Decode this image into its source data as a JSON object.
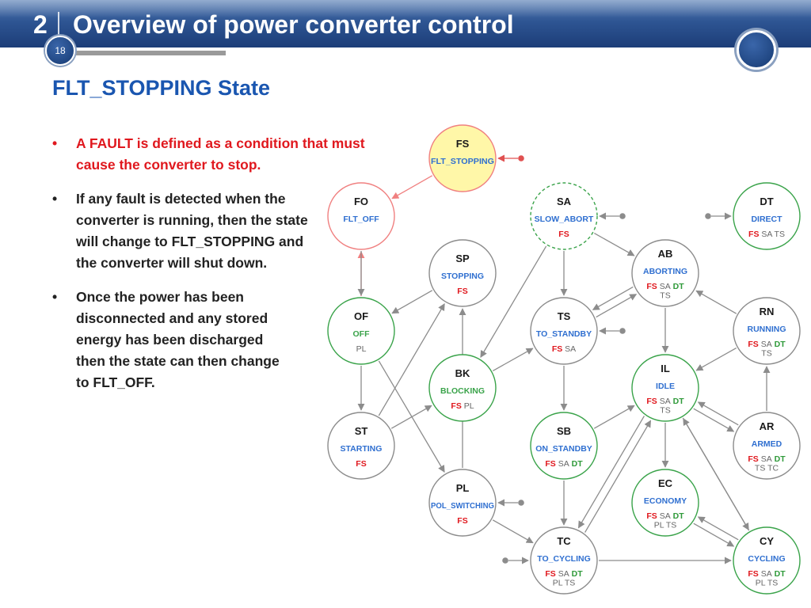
{
  "header": {
    "section_number": "2",
    "title": "Overview of power converter control",
    "page_number": "18"
  },
  "subtitle": "FLT_STOPPING State",
  "bullets": [
    {
      "text": "A FAULT is defined as a condition that must cause the converter to stop.",
      "highlight": true
    },
    {
      "text": "If any fault is detected when the converter is running, then the state will change to FLT_STOPPING and the converter will shut down.",
      "highlight": false
    },
    {
      "text": "Once the power has been disconnected and any stored energy has been discharged then the state can then change to FLT_OFF.",
      "highlight": false
    }
  ],
  "bullet_symbol": "•",
  "colors": {
    "header_blue": "#2e5593",
    "subtitle_blue": "#1a56b0",
    "fault_red": "#e0181e",
    "state_green": "#3aa34a",
    "state_gray": "#8c8c8c",
    "state_pink": "#f08080",
    "highlight_fill": "#fff7a8",
    "name_blue": "#2f6fd0",
    "flag_green": "#2f9a3a"
  },
  "states": [
    {
      "id": "FS",
      "code": "FS",
      "name": "FLT_STOPPING",
      "style": "highlight",
      "flags": []
    },
    {
      "id": "FO",
      "code": "FO",
      "name": "FLT_OFF",
      "style": "pink",
      "flags": []
    },
    {
      "id": "SA",
      "code": "SA",
      "name": "SLOW_ABORT",
      "style": "green-dashed",
      "flags": [
        [
          "FS"
        ]
      ]
    },
    {
      "id": "DT",
      "code": "DT",
      "name": "DIRECT",
      "style": "green",
      "flags": [
        [
          "FS",
          "SA",
          "TS"
        ]
      ]
    },
    {
      "id": "SP",
      "code": "SP",
      "name": "STOPPING",
      "style": "gray",
      "flags": [
        [
          "FS"
        ]
      ]
    },
    {
      "id": "AB",
      "code": "AB",
      "name": "ABORTING",
      "style": "gray",
      "flags": [
        [
          "FS",
          "SA",
          "DT"
        ],
        [
          "TS"
        ]
      ]
    },
    {
      "id": "OF",
      "code": "OF",
      "name": "OFF",
      "style": "green",
      "name_green": true,
      "flags": [
        [
          "PL"
        ]
      ]
    },
    {
      "id": "TS",
      "code": "TS",
      "name": "TO_STANDBY",
      "style": "gray",
      "flags": [
        [
          "FS",
          "SA"
        ]
      ]
    },
    {
      "id": "RN",
      "code": "RN",
      "name": "RUNNING",
      "style": "gray",
      "flags": [
        [
          "FS",
          "SA",
          "DT"
        ],
        [
          "TS"
        ]
      ]
    },
    {
      "id": "BK",
      "code": "BK",
      "name": "BLOCKING",
      "style": "green",
      "name_green": true,
      "flags": [
        [
          "FS",
          "PL"
        ]
      ]
    },
    {
      "id": "IL",
      "code": "IL",
      "name": "IDLE",
      "style": "green",
      "flags": [
        [
          "FS",
          "SA",
          "DT"
        ],
        [
          "TS"
        ]
      ]
    },
    {
      "id": "ST",
      "code": "ST",
      "name": "STARTING",
      "style": "gray",
      "flags": [
        [
          "FS"
        ]
      ]
    },
    {
      "id": "SB",
      "code": "SB",
      "name": "ON_STANDBY",
      "style": "green",
      "flags": [
        [
          "FS",
          "SA",
          "DT"
        ]
      ]
    },
    {
      "id": "AR",
      "code": "AR",
      "name": "ARMED",
      "style": "gray",
      "flags": [
        [
          "FS",
          "SA",
          "DT"
        ],
        [
          "TS",
          "TC"
        ]
      ]
    },
    {
      "id": "EC",
      "code": "EC",
      "name": "ECONOMY",
      "style": "green",
      "flags": [
        [
          "FS",
          "SA",
          "DT"
        ],
        [
          "PL",
          "TS"
        ]
      ]
    },
    {
      "id": "PL",
      "code": "PL",
      "name": "POL_SWITCHING",
      "style": "gray",
      "flags": [
        [
          "FS"
        ]
      ]
    },
    {
      "id": "TC",
      "code": "TC",
      "name": "TO_CYCLING",
      "style": "gray",
      "flags": [
        [
          "FS",
          "SA",
          "DT"
        ],
        [
          "PL",
          "TS"
        ]
      ]
    },
    {
      "id": "CY",
      "code": "CY",
      "name": "CYCLING",
      "style": "green",
      "flags": [
        [
          "FS",
          "SA",
          "DT"
        ],
        [
          "PL",
          "TS"
        ]
      ]
    }
  ],
  "edges": [
    {
      "from": "FS",
      "to": "FO",
      "style": "pink"
    },
    {
      "from": "OF",
      "to": "FO",
      "style": "pink"
    },
    {
      "from": "FO",
      "to": "OF",
      "style": "gray"
    },
    {
      "from": "OF",
      "to": "ST",
      "style": "gray"
    },
    {
      "from": "ST",
      "to": "SP",
      "style": "gray"
    },
    {
      "from": "SP",
      "to": "OF",
      "style": "gray"
    },
    {
      "from": "ST",
      "to": "BK",
      "style": "gray"
    },
    {
      "from": "OF",
      "to": "PL",
      "style": "gray"
    },
    {
      "from": "PL",
      "to": "SP",
      "style": "gray"
    },
    {
      "from": "PL",
      "to": "TC",
      "style": "gray"
    },
    {
      "from": "BK",
      "to": "TS",
      "style": "gray"
    },
    {
      "from": "SA",
      "to": "TS",
      "style": "gray"
    },
    {
      "from": "SA",
      "to": "AB",
      "style": "gray"
    },
    {
      "from": "SA",
      "to": "BK",
      "style": "gray"
    },
    {
      "from": "TS",
      "to": "AB",
      "style": "gray"
    },
    {
      "from": "AB",
      "to": "TS",
      "style": "gray"
    },
    {
      "from": "TS",
      "to": "SB",
      "style": "gray"
    },
    {
      "from": "AB",
      "to": "IL",
      "style": "gray"
    },
    {
      "from": "RN",
      "to": "AB",
      "style": "gray"
    },
    {
      "from": "RN",
      "to": "IL",
      "style": "gray"
    },
    {
      "from": "AR",
      "to": "RN",
      "style": "gray"
    },
    {
      "from": "IL",
      "to": "AR",
      "style": "gray"
    },
    {
      "from": "AR",
      "to": "IL",
      "style": "gray"
    },
    {
      "from": "SB",
      "to": "IL",
      "style": "gray"
    },
    {
      "from": "SB",
      "to": "TC",
      "style": "gray"
    },
    {
      "from": "TC",
      "to": "IL",
      "style": "gray"
    },
    {
      "from": "IL",
      "to": "TC",
      "style": "gray"
    },
    {
      "from": "IL",
      "to": "EC",
      "style": "gray"
    },
    {
      "from": "IL",
      "to": "CY",
      "style": "gray"
    },
    {
      "from": "EC",
      "to": "CY",
      "style": "gray"
    },
    {
      "from": "CY",
      "to": "EC",
      "style": "gray"
    },
    {
      "from": "TC",
      "to": "CY",
      "style": "gray"
    },
    {
      "from": "CY",
      "to": "IL",
      "style": "gray"
    }
  ],
  "entries": [
    {
      "target": "FS",
      "side": "right",
      "style": "red"
    },
    {
      "target": "SA",
      "side": "right",
      "style": "gray"
    },
    {
      "target": "DT",
      "side": "left",
      "style": "gray"
    },
    {
      "target": "TS",
      "side": "right",
      "style": "gray"
    },
    {
      "target": "PL",
      "side": "right",
      "style": "gray"
    },
    {
      "target": "TC",
      "side": "left",
      "style": "gray"
    }
  ]
}
